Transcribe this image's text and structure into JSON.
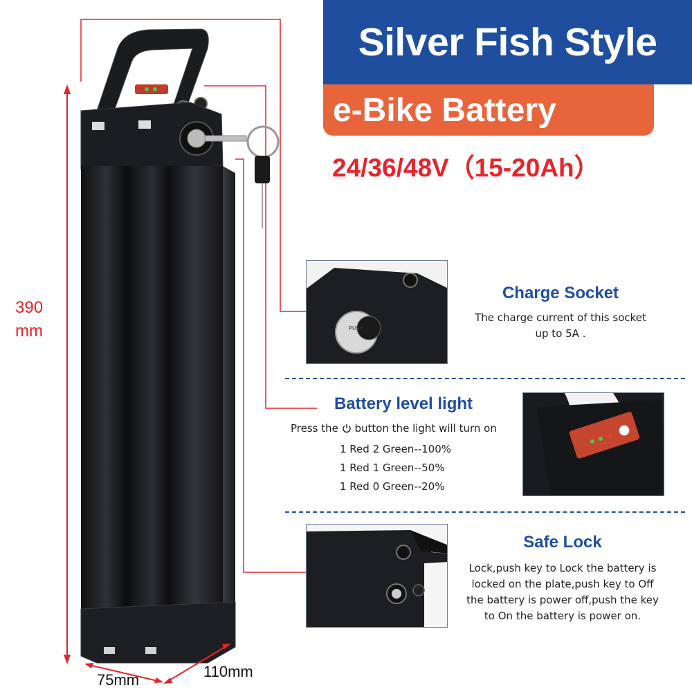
{
  "header": {
    "title": "Silver Fish Style",
    "subtitle": "e-Bike Battery",
    "spec": "24/36/48V（15-20Ah）"
  },
  "dimensions": {
    "height_value": "390",
    "height_unit": "mm",
    "width": "75mm",
    "depth": "110mm"
  },
  "features": {
    "charge_socket": {
      "title": "Charge Socket",
      "line1": "The charge current of this socket",
      "line2": "up to 5A ."
    },
    "battery_level": {
      "title": "Battery level light",
      "press_prefix": "Press the",
      "press_suffix": "button the light will turn on",
      "levels": [
        "1 Red 2 Green--100%",
        "1 Red 1 Green--50%",
        "1 Red 0 Green--20%"
      ]
    },
    "safe_lock": {
      "title": "Safe Lock",
      "lines": [
        "Lock,push key to Lock the battery is",
        "locked on the plate,push key to Off",
        "the battery is power off,push the key",
        "to On the battery is power on."
      ]
    }
  },
  "colors": {
    "brand_blue": "#1f4e9e",
    "accent_orange": "#e8653c",
    "dimension_red": "#e8232a"
  },
  "icons": {
    "power": "power-icon"
  }
}
